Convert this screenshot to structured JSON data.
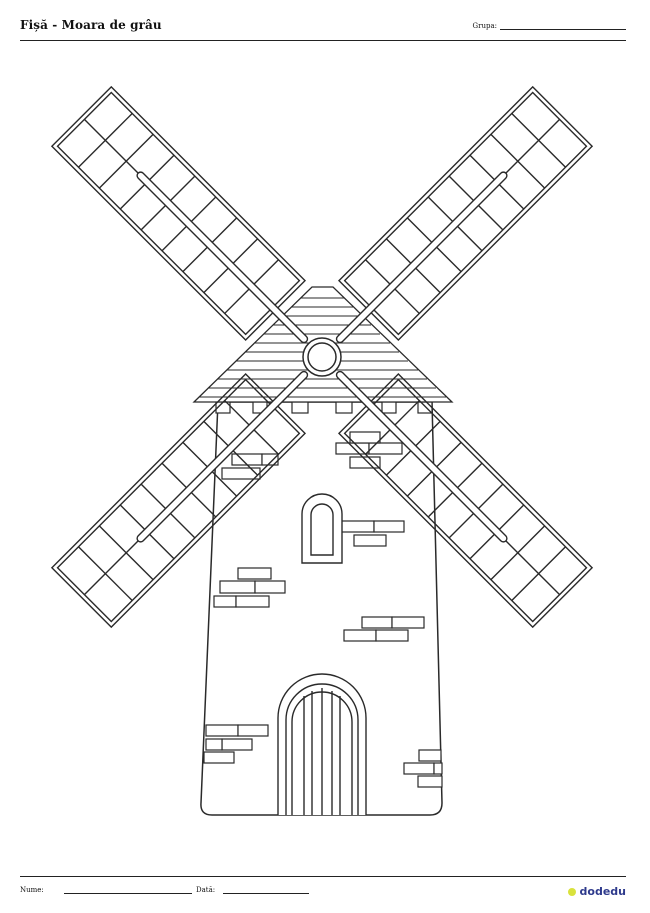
{
  "header": {
    "title": "Fișă - Moara de grâu",
    "group_label": "Grupa:"
  },
  "footer": {
    "name_label": "Nume:",
    "date_label": "Dată:",
    "brand": "dodedu"
  },
  "icons": {
    "brand_dot": "dot-icon",
    "drawing": "windmill-drawing"
  },
  "colors": {
    "brand": "#2e3a8c",
    "brand_dot": "#d9e23c"
  }
}
